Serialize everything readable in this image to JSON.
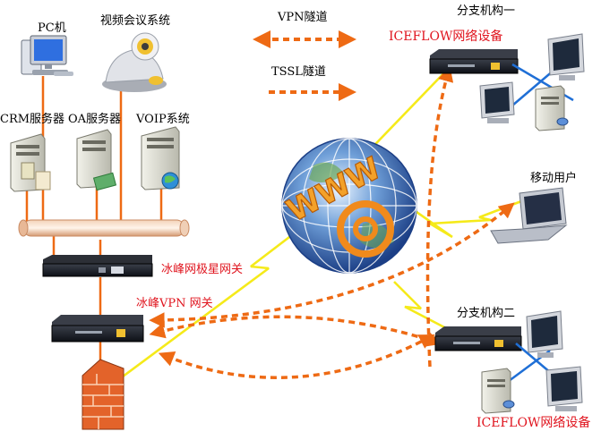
{
  "labels": {
    "pc": "PC机",
    "video_conf": "视频会议系统",
    "crm_server": "CRM服务器",
    "oa_server": "OA服务器",
    "voip": "VOIP系统",
    "gateway_star": "冰峰网极星网关",
    "vpn_gateway": "冰峰VPN 网关",
    "vpn_tunnel": "VPN隧道",
    "tssl_tunnel": "TSSL隧道",
    "branch1": "分支机构一",
    "branch2": "分支机构二",
    "device1": "ICEFLOW网络设备",
    "device2": "ICEFLOW网络设备",
    "mobile": "移动用户",
    "globe_text": "WWW"
  },
  "colors": {
    "tunnel": "#ee6a14",
    "lightning": "#f5ea1a",
    "highlight_text": "#e0141e",
    "cross": "#1f6fd6",
    "globe": "#2f5fae"
  }
}
